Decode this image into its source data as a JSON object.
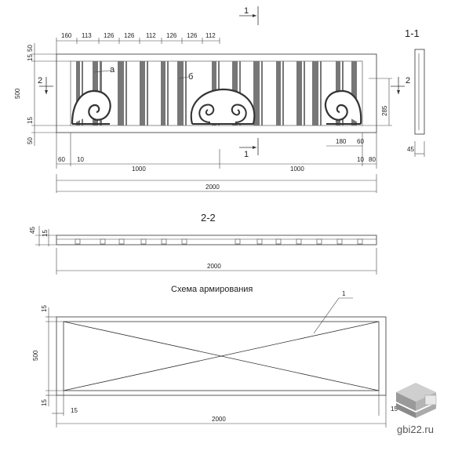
{
  "section_1_1": "1-1",
  "section_2_2": "2-2",
  "cut_mark_1": "1",
  "cut_mark_2": "2",
  "top_dims": [
    "160",
    "113",
    "126",
    "126",
    "112",
    "126",
    "126",
    "112"
  ],
  "left_dims": [
    "50",
    "15",
    "500",
    "15",
    "50"
  ],
  "bottom_left": [
    "60",
    "10",
    "1000"
  ],
  "bottom_right": [
    "1000",
    "180",
    "60",
    "10",
    "80"
  ],
  "total_2000": "2000",
  "height_285": "285",
  "side_45": "45",
  "label_a": "а",
  "label_b": "б",
  "s22_45": "45",
  "s22_15": "15",
  "s22_total": "2000",
  "scheme_title": "Схема армирования",
  "scheme_callout": "1",
  "scheme_15_top": "15",
  "scheme_500": "500",
  "scheme_15_bottom": "15",
  "scheme_15_left": "15",
  "scheme_15_right": "15",
  "scheme_total": "2000",
  "watermark": "gbi22.ru"
}
